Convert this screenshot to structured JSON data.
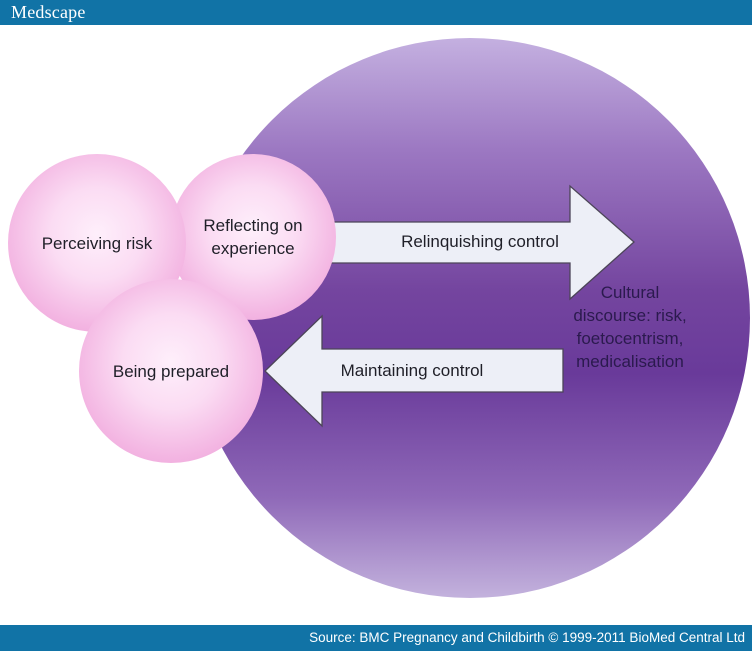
{
  "header": {
    "logo_text": "Medscape"
  },
  "footer": {
    "source_text": "Source: BMC Pregnancy and Childbirth © 1999-2011 BioMed Central Ltd"
  },
  "diagram": {
    "pink_circles": [
      {
        "id": "perceiving-risk",
        "line1": "Perceiving risk",
        "line2": ""
      },
      {
        "id": "reflecting-on-experience",
        "line1": "Reflecting on",
        "line2": "experience"
      },
      {
        "id": "being-prepared",
        "line1": "Being prepared",
        "line2": ""
      }
    ],
    "big_circle": {
      "id": "cultural-discourse",
      "line1": "Cultural",
      "line2": "discourse: risk,",
      "line3": "foetocentrism,",
      "line4": "medicalisation"
    },
    "arrows": [
      {
        "id": "relinquishing-control",
        "label": "Relinquishing control",
        "direction": "right"
      },
      {
        "id": "maintaining-control",
        "label": "Maintaining control",
        "direction": "left"
      }
    ],
    "colors": {
      "header_footer_blue": "#1173a6",
      "big_circle_dark": "#693a9a",
      "big_circle_light": "#c4b0e0",
      "pink_circle_edge": "#ec9cd4",
      "pink_circle_center": "#feeffb",
      "arrow_fill": "#edeff7",
      "arrow_outline": "#4c4558",
      "label_text": "#1f1f28",
      "big_circle_text": "#2b1a4e",
      "logo_text_color": "#ffffff"
    }
  }
}
